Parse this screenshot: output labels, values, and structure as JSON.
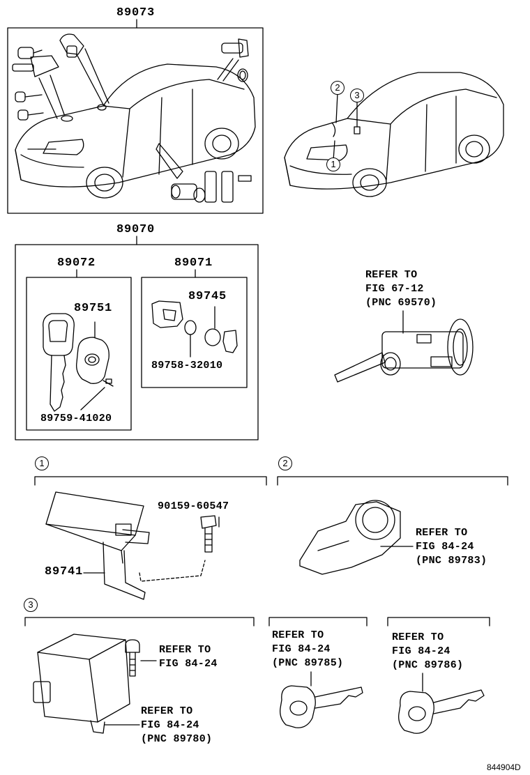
{
  "diagram": {
    "part_89073": "89073",
    "part_89070": "89070",
    "part_89072": "89072",
    "part_89071": "89071",
    "part_89751": "89751",
    "part_89745": "89745",
    "part_89758": "89758-32010",
    "part_89759": "89759-41020",
    "part_90159": "90159-60547",
    "part_89741": "89741",
    "callout_1": "1",
    "callout_2": "2",
    "callout_3": "3",
    "refer_to": "REFER TO",
    "fig_67_12": "FIG 67-12",
    "pnc_69570": "(PNC 69570)",
    "fig_84_24": "FIG 84-24",
    "pnc_89783": "(PNC 89783)",
    "pnc_89785": "(PNC 89785)",
    "pnc_89786": "(PNC 89786)",
    "pnc_89780": "(PNC 89780)",
    "figure_id": "844904D"
  }
}
